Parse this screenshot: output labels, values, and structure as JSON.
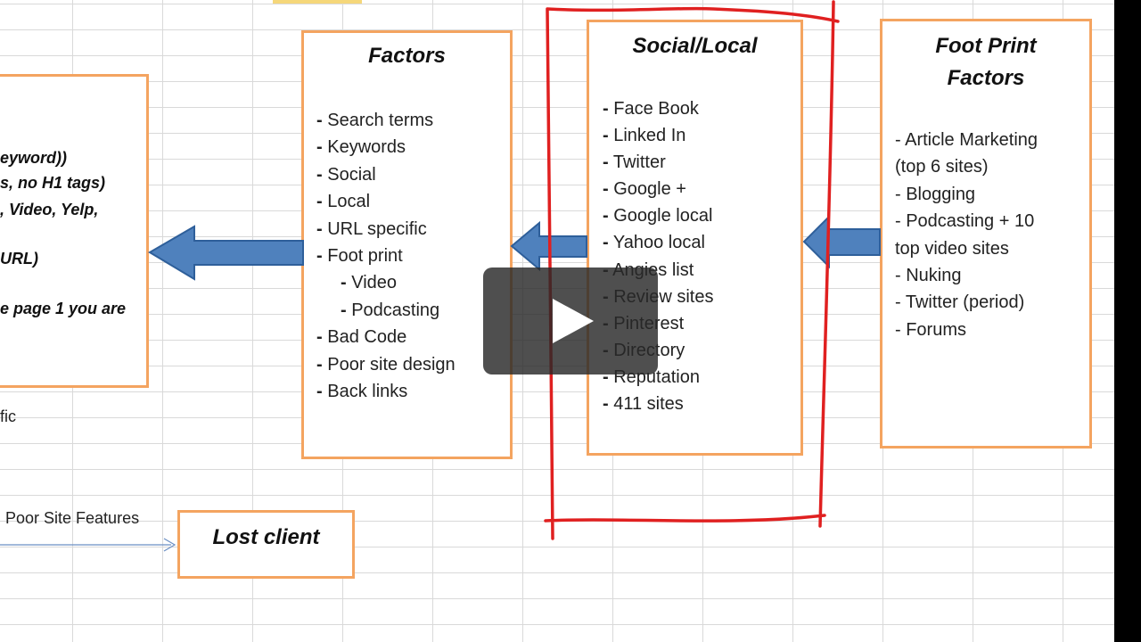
{
  "colors": {
    "box_border": "#f4a460",
    "arrow_fill": "#4f81bd",
    "arrow_stroke": "#2e5f9a",
    "red_outline": "#e02020"
  },
  "left_box": {
    "lines": [
      "eyword))",
      "s, no H1 tags)",
      ", Video, Yelp,",
      "URL)",
      "e page 1 you are"
    ]
  },
  "left_fragment": "fic",
  "factors": {
    "title": "Factors",
    "items": [
      {
        "dash": "-",
        "text": "Search terms"
      },
      {
        "dash": "-",
        "text": "Keywords"
      },
      {
        "dash": "-",
        "text": "Social"
      },
      {
        "dash": "-",
        "text": "Local"
      },
      {
        "dash": "-",
        "text": "URL specific"
      },
      {
        "dash": "-",
        "text": "Foot print"
      },
      {
        "dash": "- ",
        "text": "Video"
      },
      {
        "dash": "- ",
        "text": "Podcasting"
      },
      {
        "dash": "-",
        "text": "Bad Code"
      },
      {
        "dash": "-",
        "text": "Poor site design"
      },
      {
        "dash": "-",
        "text": "Back links"
      }
    ]
  },
  "social_local": {
    "title": "Social/Local",
    "items": [
      {
        "dash": "-",
        "text": "Face Book"
      },
      {
        "dash": "-",
        "text": "Linked In"
      },
      {
        "dash": "-",
        "text": "Twitter"
      },
      {
        "dash": "-",
        "text": "Google +"
      },
      {
        "dash": "-",
        "text": "Google local"
      },
      {
        "dash": "-",
        "text": "Yahoo local"
      },
      {
        "dash": "-",
        "text": "Angies list"
      },
      {
        "dash": "-",
        "text": "Review sites"
      },
      {
        "dash": "-",
        "text": "Pinterest"
      },
      {
        "dash": "-",
        "text": "Directory"
      },
      {
        "dash": "-",
        "text": "Reputation"
      },
      {
        "dash": "-",
        "text": "411 sites"
      }
    ]
  },
  "foot_print": {
    "title_line1": "Foot Print",
    "title_line2": "Factors",
    "lines": [
      "- Article Marketing",
      "(top 6 sites)",
      "- Blogging",
      "- Podcasting + 10",
      "top video sites",
      "- Nuking",
      "- Twitter (period)",
      "- Forums"
    ]
  },
  "poor_site_label": "Poor Site Features",
  "lost_client": "Lost client",
  "video": {
    "play_icon": "play-icon"
  }
}
